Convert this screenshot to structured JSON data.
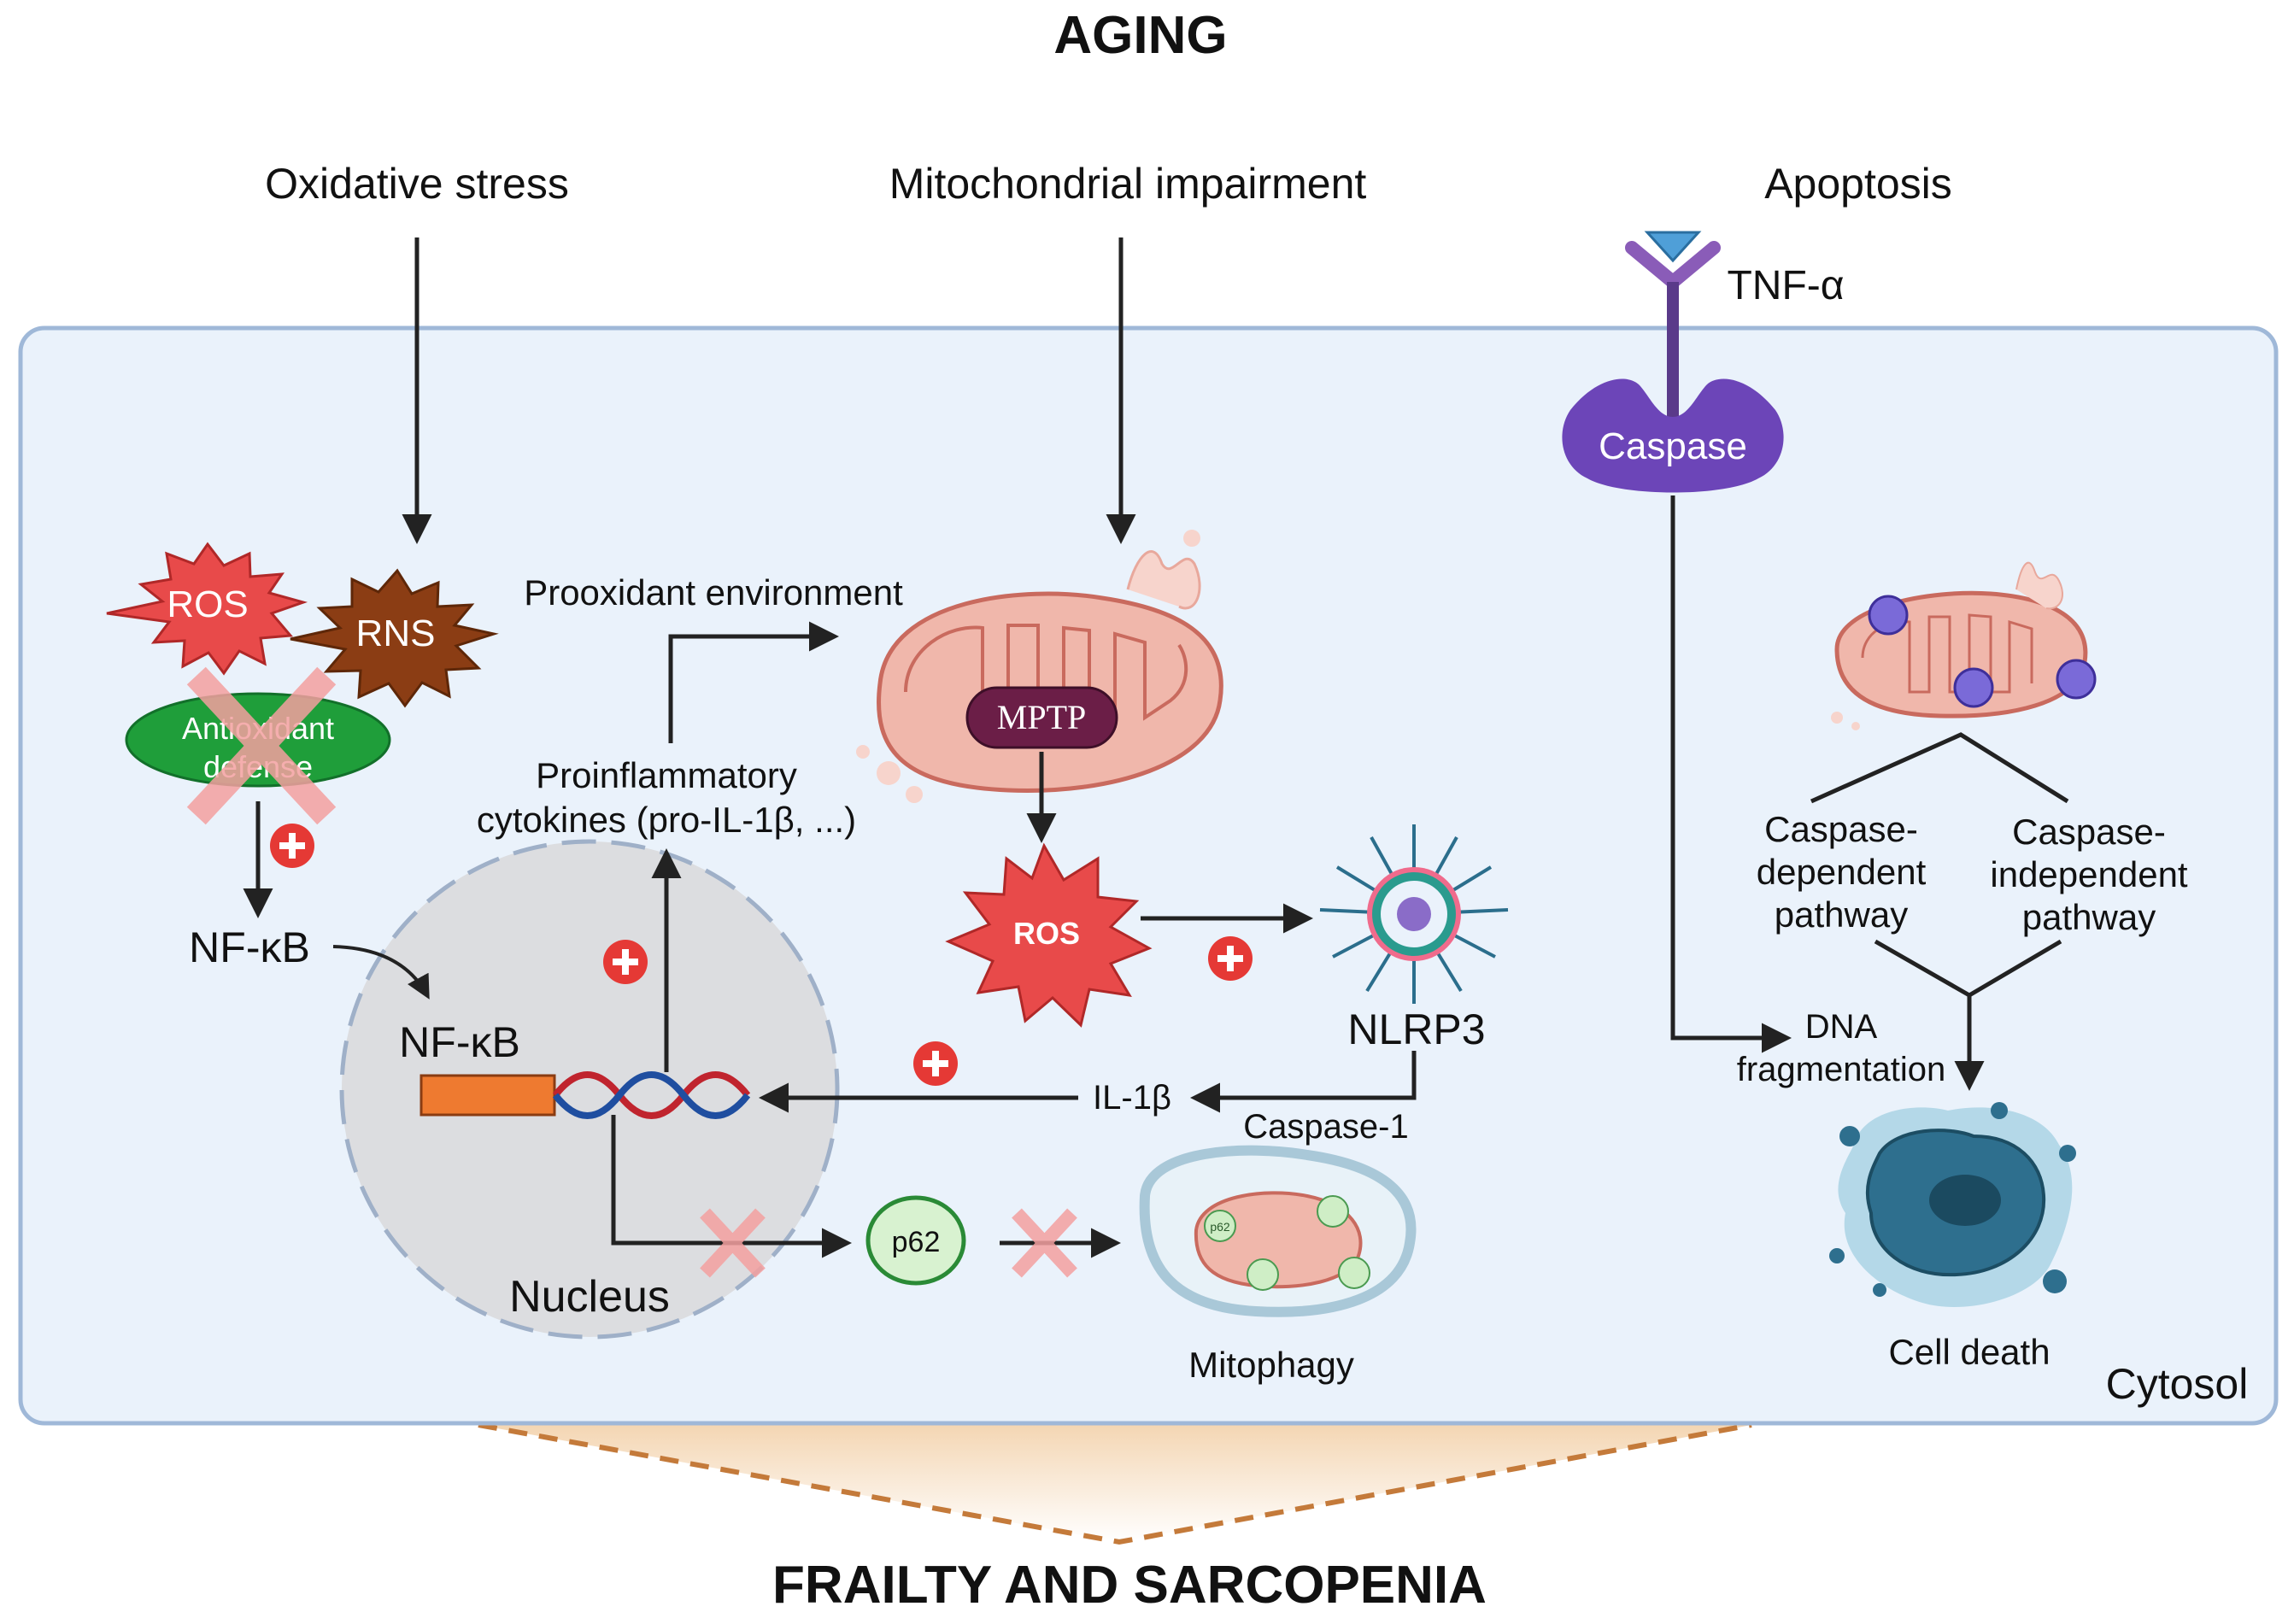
{
  "title": "AGING",
  "footer_title": "FRAILTY AND SARCOPENIA",
  "headers": {
    "oxidative": "Oxidative stress",
    "mitochondrial": "Mitochondrial impairment",
    "apoptosis": "Apoptosis"
  },
  "labels": {
    "ros_top": "ROS",
    "rns": "RNS",
    "antioxidant_line1": "Antioxidant",
    "antioxidant_line2": "defense",
    "nfkb_outer": "NF-κB",
    "nfkb_inner": "NF-κB",
    "nucleus": "Nucleus",
    "prooxidant": "Prooxidant environment",
    "proinflam_line1": "Proinflammatory",
    "proinflam_line2": "cytokines (pro-IL-1β, ...)",
    "mptp": "MPTP",
    "ros_center": "ROS",
    "nlrp3": "NLRP3",
    "il1b": "IL-1β",
    "caspase1": "Caspase-1",
    "p62": "p62",
    "p62_small": "p62",
    "mitophagy": "Mitophagy",
    "tnf": "TNF-α",
    "caspase": "Caspase",
    "dep_line1": "Caspase-",
    "dep_line2": "dependent",
    "dep_line3": "pathway",
    "indep_line1": "Caspase-",
    "indep_line2": "independent",
    "indep_line3": "pathway",
    "dna_line1": "DNA",
    "dna_line2": "fragmentation",
    "cell_death": "Cell death",
    "cytosol": "Cytosol"
  },
  "colors": {
    "cell_fill": "#eaf2fb",
    "cell_border": "#9fb8d8",
    "nucleus_fill": "#dcdde0",
    "ros": "#e84a4a",
    "rns": "#8b3d14",
    "antioxidant": "#1f9e3a",
    "mito_fill": "#f0b7ab",
    "mito_stroke": "#c96a5e",
    "mptp": "#6b1e47",
    "caspase": "#6c45b8",
    "tnf": "#8a5cb8",
    "plus": "#e53935",
    "cross": "#f4a0a0",
    "dna_orange": "#ee7a30",
    "cell_death": "#2e6f8e",
    "funnel": "#c47a3a"
  }
}
